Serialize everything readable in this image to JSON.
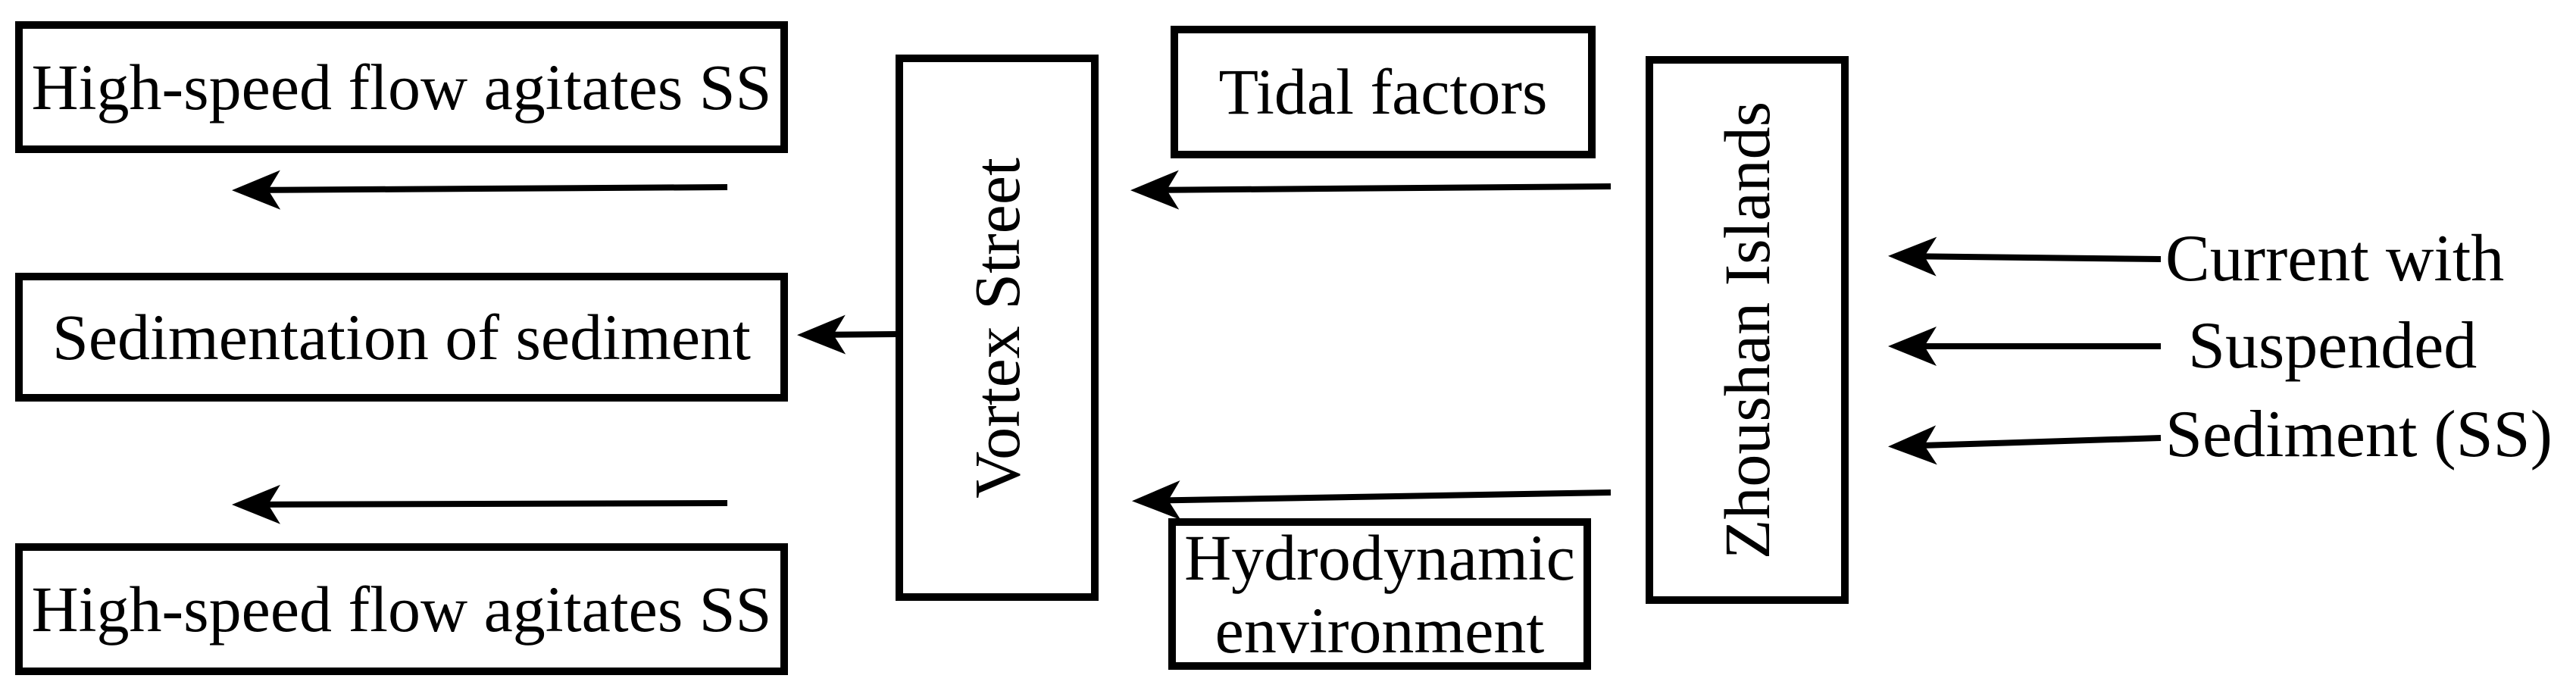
{
  "figure": {
    "type": "flow-diagram",
    "background_color": "#ffffff",
    "ink_color": "#000000",
    "boxes": {
      "high_speed_top": {
        "label": "High-speed flow agitates SS"
      },
      "sedimentation": {
        "label": "Sedimentation of sediment"
      },
      "high_speed_bottom": {
        "label": "High-speed flow agitates SS"
      },
      "vortex_street": {
        "label": "Vortex Street",
        "orientation": "vertical"
      },
      "tidal_factors": {
        "label": "Tidal factors"
      },
      "hydrodynamic_environment": {
        "label": "Hydrodynamic environment"
      },
      "zhoushan_islands": {
        "label": "Zhoushan Islands",
        "orientation": "vertical"
      }
    },
    "free_text": {
      "current_label_line1": "Current with",
      "current_label_line2": "Suspended",
      "current_label_line3": "Sediment (SS)"
    },
    "arrows": [
      {
        "id": "vortex-to-high-speed-top",
        "from": "vortex_street",
        "to": "high_speed_top",
        "direction": "left"
      },
      {
        "id": "vortex-to-sedimentation",
        "from": "vortex_street",
        "to": "sedimentation",
        "direction": "left"
      },
      {
        "id": "vortex-to-high-speed-bottom",
        "from": "vortex_street",
        "to": "high_speed_bottom",
        "direction": "left"
      },
      {
        "id": "tidal-factors-to-vortex",
        "from": "zhoushan_islands",
        "to": "vortex_street",
        "direction": "left"
      },
      {
        "id": "hydrodynamic-to-vortex",
        "from": "zhoushan_islands",
        "to": "vortex_street",
        "direction": "left"
      },
      {
        "id": "current-to-zhoushan-1",
        "from": "current_with_suspended_sediment",
        "to": "zhoushan_islands",
        "direction": "left"
      },
      {
        "id": "current-to-zhoushan-2",
        "from": "current_with_suspended_sediment",
        "to": "zhoushan_islands",
        "direction": "left"
      },
      {
        "id": "current-to-zhoushan-3",
        "from": "current_with_suspended_sediment",
        "to": "zhoushan_islands",
        "direction": "left"
      }
    ]
  }
}
